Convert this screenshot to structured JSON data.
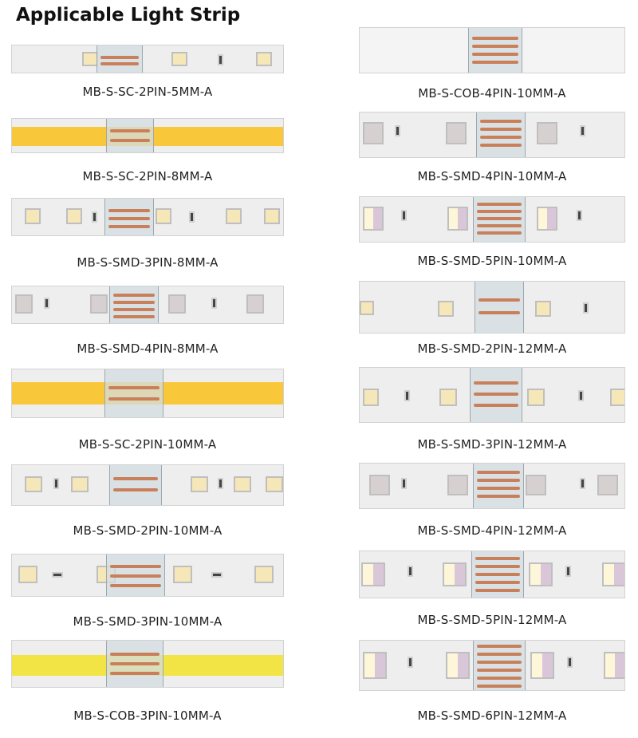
{
  "header": {
    "title": "Applicable Light Strip"
  },
  "left_items": [
    {
      "label": "MB-S-SC-2PIN-5MM-A"
    },
    {
      "label": "MB-S-SC-2PIN-8MM-A"
    },
    {
      "label": "MB-S-SMD-3PIN-8MM-A"
    },
    {
      "label": "MB-S-SMD-4PIN-8MM-A"
    },
    {
      "label": "MB-S-SC-2PIN-10MM-A"
    },
    {
      "label": "MB-S-SMD-2PIN-10MM-A"
    },
    {
      "label": "MB-S-SMD-3PIN-10MM-A"
    },
    {
      "label": "MB-S-COB-3PIN-10MM-A"
    }
  ],
  "right_items": [
    {
      "label": "MB-S-COB-4PIN-10MM-A"
    },
    {
      "label": "MB-S-SMD-4PIN-10MM-A"
    },
    {
      "label": "MB-S-SMD-5PIN-10MM-A"
    },
    {
      "label": "MB-S-SMD-2PIN-12MM-A"
    },
    {
      "label": "MB-S-SMD-3PIN-12MM-A"
    },
    {
      "label": "MB-S-SMD-4PIN-12MM-A"
    },
    {
      "label": "MB-S-SMD-5PIN-12MM-A"
    },
    {
      "label": "MB-S-SMD-6PIN-12MM-A"
    }
  ]
}
